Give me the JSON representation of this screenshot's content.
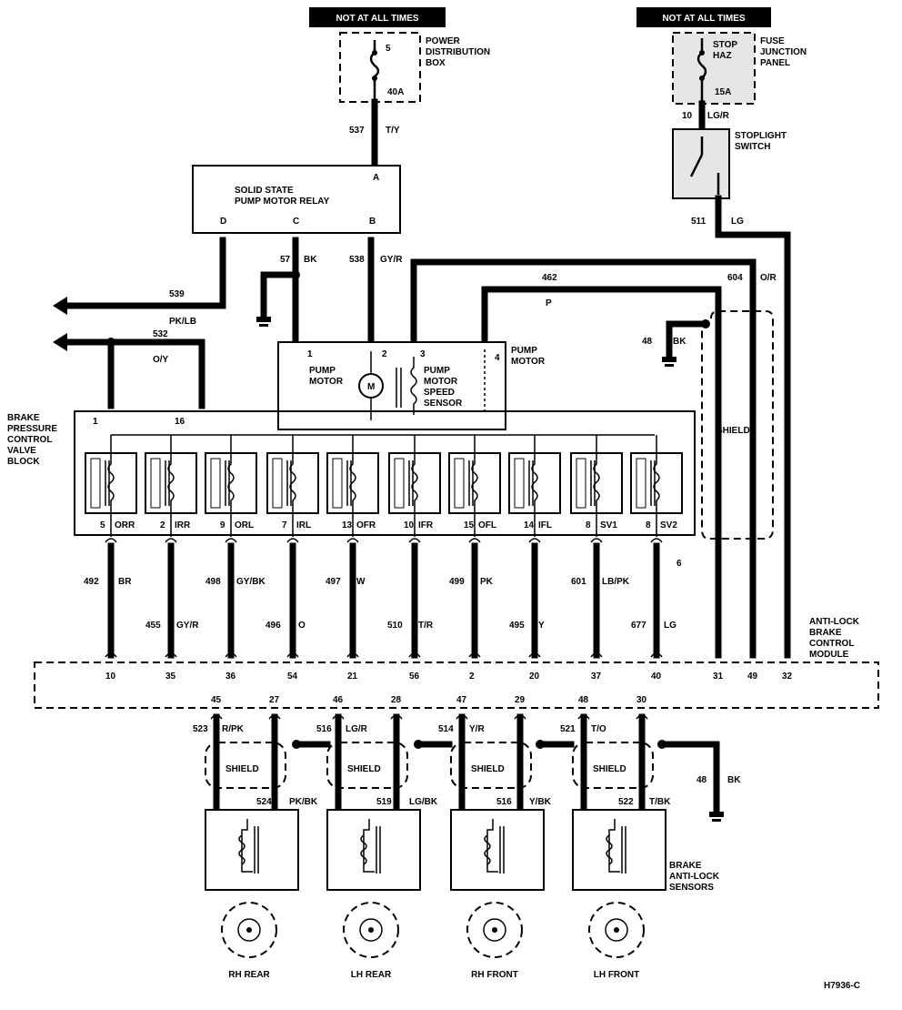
{
  "banners": {
    "left": "NOT AT ALL TIMES",
    "right": "NOT AT ALL TIMES"
  },
  "power_box": {
    "label_line1": "POWER",
    "label_line2": "DISTRIBUTION",
    "label_line3": "BOX",
    "fuse_number": "5",
    "fuse_amps": "40A"
  },
  "fuse_panel": {
    "label_line1": "FUSE",
    "label_line2": "JUNCTION",
    "label_line3": "PANEL",
    "fuse_name_line1": "STOP",
    "fuse_name_line2": "HAZ",
    "fuse_amps": "15A"
  },
  "stoplight_switch": {
    "label_line1": "STOPLIGHT",
    "label_line2": "SWITCH"
  },
  "relay": {
    "title_line1": "SOLID STATE",
    "title_line2": "PUMP MOTOR RELAY",
    "pin_a": "A",
    "pin_d": "D",
    "pin_c": "C",
    "pin_b": "B"
  },
  "pump_motor": {
    "label_line1": "PUMP",
    "label_line2": "MOTOR",
    "inner_motor_line1": "PUMP",
    "inner_motor_line2": "MOTOR",
    "motor_symbol": "M",
    "sensor_line1": "PUMP",
    "sensor_line2": "MOTOR",
    "sensor_line3": "SPEED",
    "sensor_line4": "SENSOR",
    "pin1": "1",
    "pin2": "2",
    "pin3": "3",
    "pin4": "4"
  },
  "valve_block": {
    "label_line1": "BRAKE",
    "label_line2": "PRESSURE",
    "label_line3": "CONTROL",
    "label_line4": "VALVE",
    "label_line5": "BLOCK",
    "pin_top_left": "1",
    "pin_top_right": "16",
    "pin_side": "6",
    "valves": [
      {
        "pin": "5",
        "name": "ORR"
      },
      {
        "pin": "2",
        "name": "IRR"
      },
      {
        "pin": "9",
        "name": "ORL"
      },
      {
        "pin": "7",
        "name": "IRL"
      },
      {
        "pin": "13",
        "name": "OFR"
      },
      {
        "pin": "10",
        "name": "IFR"
      },
      {
        "pin": "15",
        "name": "OFL"
      },
      {
        "pin": "14",
        "name": "IFL"
      },
      {
        "pin": "8",
        "name": "SV1"
      },
      {
        "pin": "8",
        "name": "SV2"
      }
    ]
  },
  "module": {
    "label_line1": "ANTI-LOCK",
    "label_line2": "BRAKE",
    "label_line3": "CONTROL",
    "label_line4": "MODULE",
    "pins": [
      "10",
      "35",
      "36",
      "54",
      "21",
      "56",
      "2",
      "20",
      "37",
      "40",
      "31",
      "49",
      "32"
    ],
    "sensor_pins": [
      "45",
      "27",
      "46",
      "28",
      "47",
      "29",
      "48",
      "30"
    ]
  },
  "wires": {
    "w537": {
      "num": "537",
      "color": "T/Y"
    },
    "w539": {
      "num": "539",
      "color": "PK/LB"
    },
    "w532": {
      "num": "532",
      "color": "O/Y"
    },
    "w57": {
      "num": "57",
      "color": "BK"
    },
    "w538": {
      "num": "538",
      "color": "GY/R"
    },
    "w462": {
      "num": "462",
      "color": "P"
    },
    "w604": {
      "num": "604",
      "color": "O/R"
    },
    "w511": {
      "num": "511",
      "color": "LG"
    },
    "w10": {
      "num": "10",
      "color": "LG/R"
    },
    "w48": {
      "num": "48",
      "color": "BK"
    },
    "w492": {
      "num": "492",
      "color": "BR"
    },
    "w455": {
      "num": "455",
      "color": "GY/R"
    },
    "w498": {
      "num": "498",
      "color": "GY/BK"
    },
    "w496": {
      "num": "496",
      "color": "O"
    },
    "w497": {
      "num": "497",
      "color": "W"
    },
    "w510": {
      "num": "510",
      "color": "T/R"
    },
    "w499": {
      "num": "499",
      "color": "PK"
    },
    "w495": {
      "num": "495",
      "color": "Y"
    },
    "w601": {
      "num": "601",
      "color": "LB/PK"
    },
    "w677": {
      "num": "677",
      "color": "LG"
    },
    "w523": {
      "num": "523",
      "color": "R/PK"
    },
    "w516": {
      "num": "516",
      "color": "LG/R"
    },
    "w514": {
      "num": "514",
      "color": "Y/R"
    },
    "w521": {
      "num": "521",
      "color": "T/O"
    },
    "w524": {
      "num": "524",
      "color": "PK/BK"
    },
    "w519": {
      "num": "519",
      "color": "LG/BK"
    },
    "w516b": {
      "num": "516",
      "color": "Y/BK"
    },
    "w522": {
      "num": "522",
      "color": "T/BK"
    },
    "w48b": {
      "num": "48",
      "color": "BK"
    }
  },
  "shield": {
    "label": "SHIELD"
  },
  "sensors": {
    "label_line1": "BRAKE",
    "label_line2": "ANTI-LOCK",
    "label_line3": "SENSORS",
    "wheels": [
      "RH REAR",
      "LH REAR",
      "RH FRONT",
      "LH FRONT"
    ]
  },
  "figure_code": "H7936-C"
}
